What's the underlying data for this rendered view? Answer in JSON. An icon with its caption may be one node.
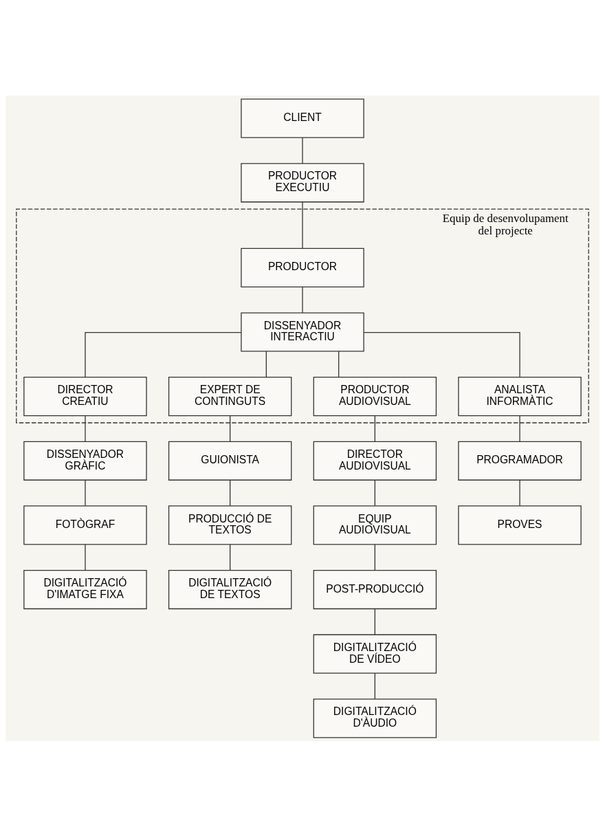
{
  "diagram": {
    "nodes": [
      {
        "text": [
          "CLIENT"
        ]
      },
      {
        "text": [
          "PRODUCTOR EXECUTIU"
        ]
      },
      {
        "text": [
          "Equip de desenvolupament del projecte"
        ]
      },
      {
        "text": [
          "PRODUCTOR"
        ],
        "in": 2
      },
      {
        "text": [
          "DISSENYADOR INTERACTIU"
        ],
        "in": 2
      },
      {
        "text": [
          "DIRECTOR CREATIU"
        ],
        "in": 2
      },
      {
        "text": [
          "EXPERT DE CONTINGUTS"
        ],
        "in": 2
      },
      {
        "text": [
          "PRODUCTOR AUDIOVISUAL"
        ],
        "in": 2
      },
      {
        "text": [
          "ANALISTA INFORMÀTIC"
        ],
        "in": 2
      },
      {
        "text": [
          "DISSENYADOR GRÀFIC"
        ]
      },
      {
        "text": [
          "GUIONISTA"
        ]
      },
      {
        "text": [
          "DIRECTOR AUDIOVISUAL"
        ]
      },
      {
        "text": [
          "PROGRAMADOR"
        ]
      },
      {
        "text": [
          "FOTÒGRAF"
        ]
      },
      {
        "text": [
          "PRODUCCIÓ DE TEXTOS"
        ]
      },
      {
        "text": [
          "EQUIP AUDIOVISUAL"
        ]
      },
      {
        "text": [
          "PROVES"
        ]
      },
      {
        "text": [
          "DIGITALITZACIÓ D'IMATGE FIXA"
        ]
      },
      {
        "text": [
          "DIGITALITZACIÓ DE TEXTOS"
        ]
      },
      {
        "text": [
          "POST-PRODUCCIÓ"
        ]
      },
      {
        "text": [
          "DIGITALITZACIÓ DE VÍDEO"
        ]
      },
      {
        "text": [
          "DIGITALITZACIÓ D'ÀUDIO"
        ]
      }
    ],
    "edges": [
      {
        "from": 0,
        "to": 1,
        "arrow": "none"
      },
      {
        "from": 1,
        "to": 3,
        "arrow": "none"
      },
      {
        "from": 3,
        "to": 4,
        "arrow": "none"
      },
      {
        "from": 4,
        "to": 5,
        "arrow": "none"
      },
      {
        "from": 4,
        "to": 6,
        "arrow": "none"
      },
      {
        "from": 4,
        "to": 7,
        "arrow": "none"
      },
      {
        "from": 4,
        "to": 8,
        "arrow": "none"
      },
      {
        "from": 5,
        "to": 9,
        "arrow": "none"
      },
      {
        "from": 9,
        "to": 13,
        "arrow": "none"
      },
      {
        "from": 13,
        "to": 17,
        "arrow": "none"
      },
      {
        "from": 6,
        "to": 10,
        "arrow": "none"
      },
      {
        "from": 10,
        "to": 14,
        "arrow": "none"
      },
      {
        "from": 14,
        "to": 18,
        "arrow": "none"
      },
      {
        "from": 7,
        "to": 11,
        "arrow": "none"
      },
      {
        "from": 11,
        "to": 15,
        "arrow": "none"
      },
      {
        "from": 15,
        "to": 19,
        "arrow": "none"
      },
      {
        "from": 19,
        "to": 20,
        "arrow": "none"
      },
      {
        "from": 20,
        "to": 21,
        "arrow": "none"
      },
      {
        "from": 8,
        "to": 12,
        "arrow": "none"
      },
      {
        "from": 12,
        "to": 16,
        "arrow": "none"
      }
    ]
  }
}
